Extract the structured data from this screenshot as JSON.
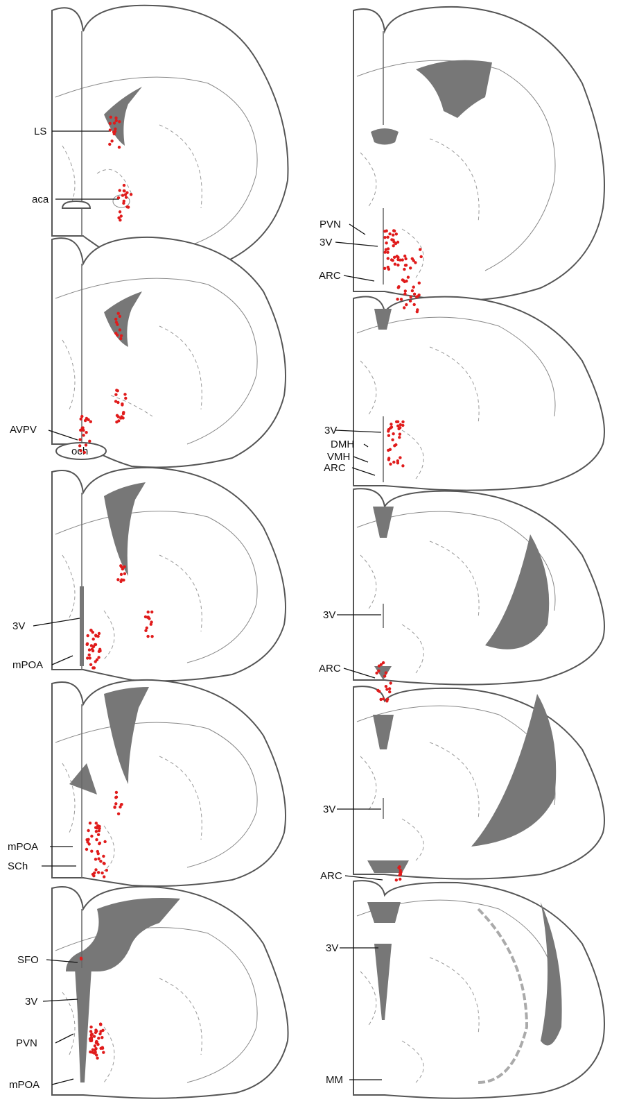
{
  "figure": {
    "dot_color": "#e01b1b",
    "ventricle_color": "#777777",
    "line_color": "#555555"
  },
  "left_column": [
    {
      "labels": [
        "LS",
        "aca"
      ]
    },
    {
      "labels": [
        "AVPV",
        "och"
      ]
    },
    {
      "labels": [
        "3V",
        "mPOA"
      ]
    },
    {
      "labels": [
        "mPOA",
        "SCh"
      ]
    },
    {
      "labels": [
        "SFO",
        "3V",
        "PVN",
        "mPOA"
      ]
    }
  ],
  "right_column": [
    {
      "labels": [
        "PVN",
        "3V",
        "ARC"
      ]
    },
    {
      "labels": [
        "3V",
        "DMH",
        "VMH",
        "ARC"
      ]
    },
    {
      "labels": [
        "3V",
        "ARC"
      ]
    },
    {
      "labels": [
        "3V",
        "ARC"
      ]
    },
    {
      "labels": [
        "3V",
        "MM"
      ]
    }
  ]
}
